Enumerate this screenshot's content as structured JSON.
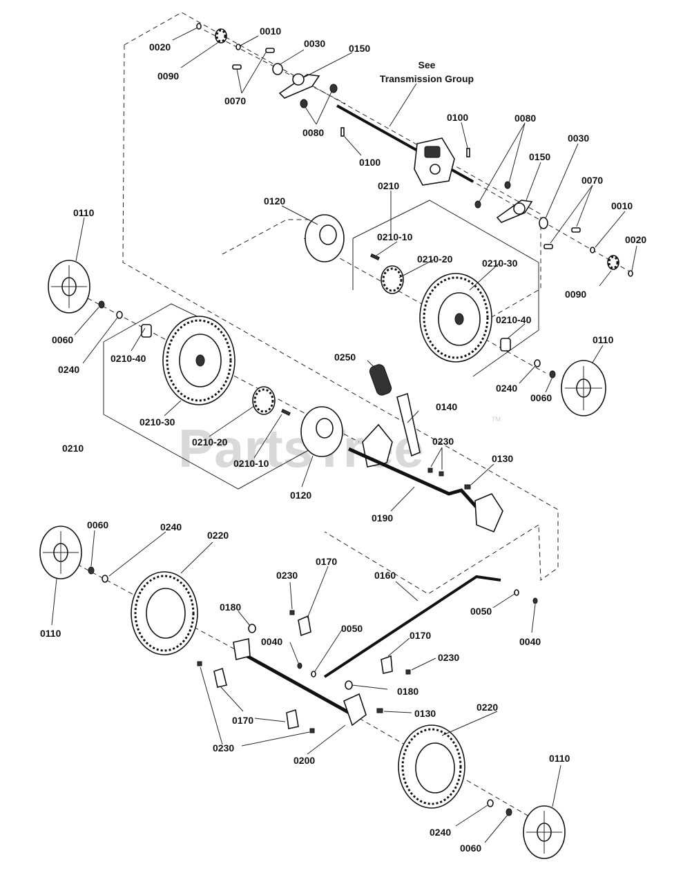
{
  "watermark": "PartsTree",
  "watermark_tm": "TM",
  "note": {
    "line1": "See",
    "line2": "Transmission Group"
  },
  "labels": {
    "l0020a": "0020",
    "l0010a": "0010",
    "l0030a": "0030",
    "l0150a": "0150",
    "l0090a": "0090",
    "l0070a": "0070",
    "l0080a": "0080",
    "l0100a": "0100",
    "l0100b": "0100",
    "l0080b": "0080",
    "l0150b": "0150",
    "l0030b": "0030",
    "l0070b": "0070",
    "l0010b": "0010",
    "l0020b": "0020",
    "l0090b": "0090",
    "l0210a": "0210",
    "l0120a": "0120",
    "l0210_10a": "0210-10",
    "l0210_20a": "0210-20",
    "l0210_30a": "0210-30",
    "l0210_40a": "0210-40",
    "l0110a": "0110",
    "l0060a": "0060",
    "l0240a": "0240",
    "l0210_40b": "0210-40",
    "l0110b": "0110",
    "l0240b": "0240",
    "l0060b": "0060",
    "l0250": "0250",
    "l0140": "0140",
    "l0230a": "0230",
    "l0130a": "0130",
    "l0210_30b": "0210-30",
    "l0210_20b": "0210-20",
    "l0210_10b": "0210-10",
    "l0210b": "0210",
    "l0120b": "0120",
    "l0190": "0190",
    "l0060c": "0060",
    "l0240c": "0240",
    "l0220a": "0220",
    "l0110c": "0110",
    "l0230b": "0230",
    "l0170a": "0170",
    "l0160": "0160",
    "l0180a": "0180",
    "l0050a": "0050",
    "l0040a": "0040",
    "l0040b": "0040",
    "l0050b": "0050",
    "l0170b": "0170",
    "l0230c": "0230",
    "l0180b": "0180",
    "l0130b": "0130",
    "l0170c": "0170",
    "l0230d": "0230",
    "l0200": "0200",
    "l0220b": "0220",
    "l0110d": "0110",
    "l0240d": "0240",
    "l0060d": "0060"
  }
}
